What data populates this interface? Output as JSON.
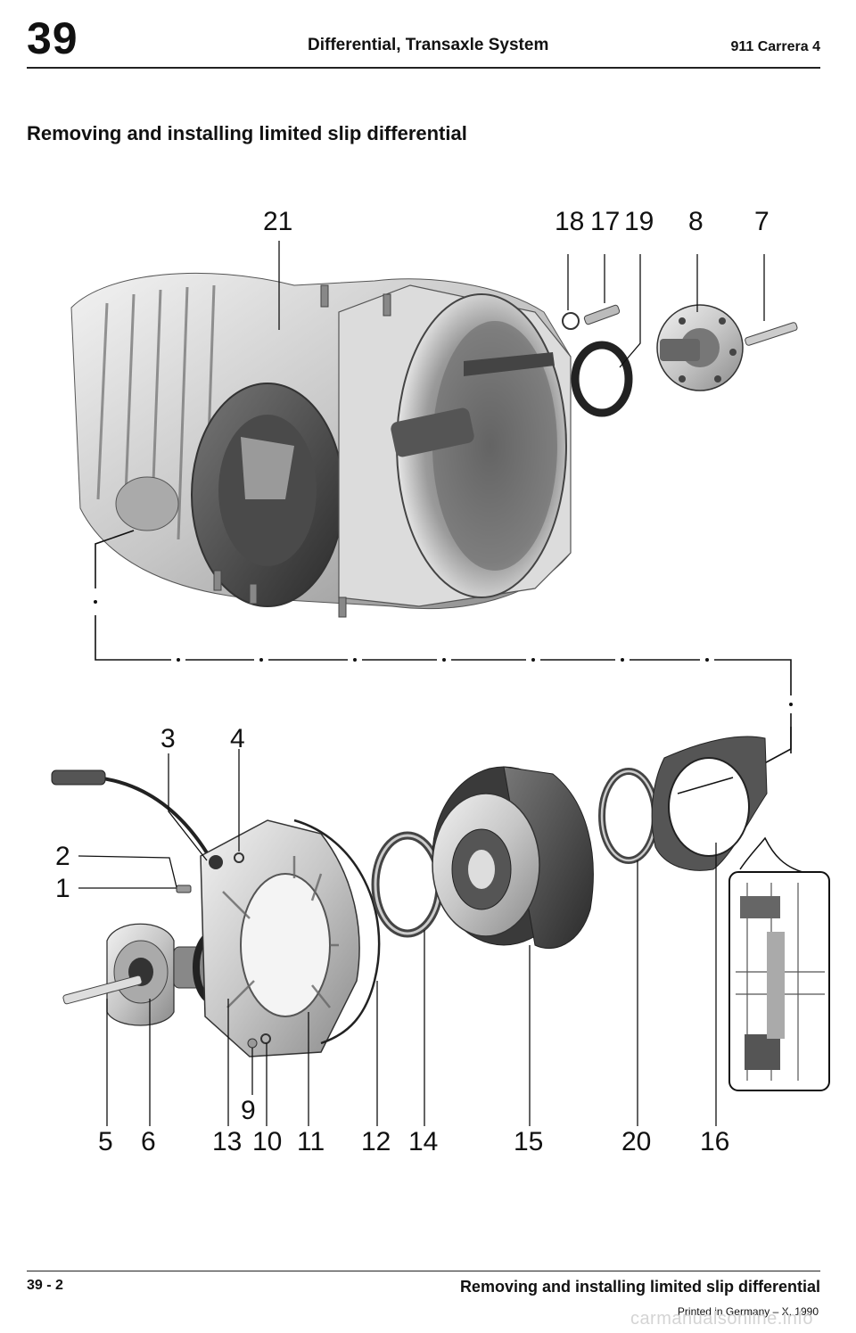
{
  "header": {
    "section_number": "39",
    "title": "Differential, Transaxle System",
    "model": "911 Carrera 4"
  },
  "page_title": "Removing and installing limited slip differential",
  "figure": {
    "callouts_top": [
      "21",
      "18",
      "17",
      "19",
      "8",
      "7"
    ],
    "callouts_left": [
      "3",
      "4",
      "2",
      "1"
    ],
    "callouts_bottom": [
      "9",
      "5",
      "6",
      "13",
      "10",
      "11",
      "12",
      "14",
      "15",
      "20",
      "16"
    ]
  },
  "footer": {
    "page_number": "39 - 2",
    "title": "Removing and installing limited slip differential",
    "printed": "Printed in Germany – X, 1990",
    "watermark": "carmanualsonline.info"
  }
}
